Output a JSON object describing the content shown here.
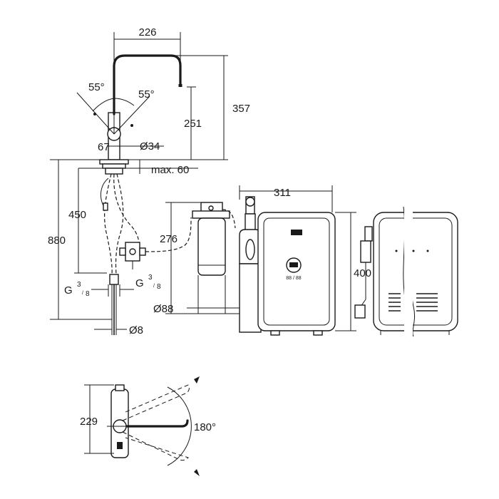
{
  "dimensions": {
    "width_226": "226",
    "height_357": "357",
    "height_251": "251",
    "angle_left": "55°",
    "angle_right": "55°",
    "spout_67": "67",
    "dia_34": "Ø34",
    "max_60": "max. 60",
    "height_450": "450",
    "height_880": "880",
    "height_276": "276",
    "width_311": "311",
    "height_400": "400",
    "dia_88": "Ø88",
    "dia_8": "Ø8",
    "thread_left": "G",
    "thread_right": "G",
    "fraction_num": "3",
    "fraction_den": "8",
    "height_229": "229",
    "swivel_180": "180°"
  },
  "product_labels": {
    "boiler_icons": "88 / 88"
  }
}
